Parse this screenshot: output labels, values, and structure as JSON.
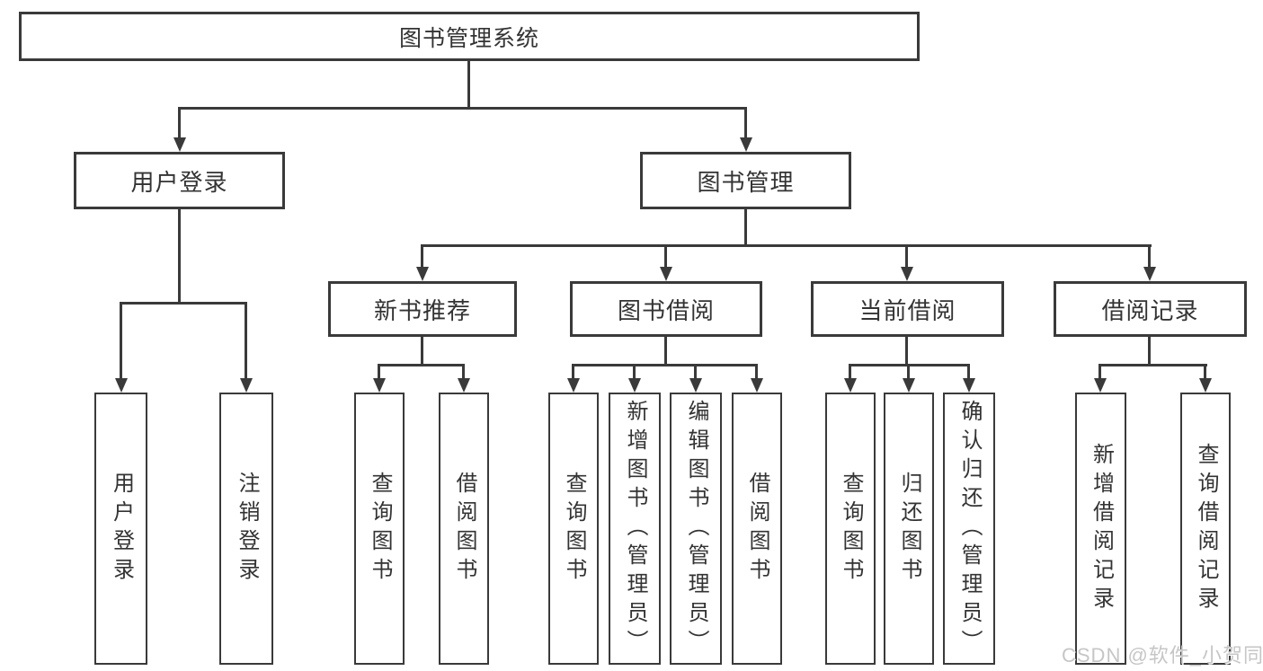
{
  "colors": {
    "line": "#3a3a3a",
    "border": "#3a3a3a",
    "text": "#333333",
    "background": "#ffffff",
    "watermark": "#c6c6c6"
  },
  "tree": {
    "label": "图书管理系统",
    "children": [
      {
        "label": "用户登录",
        "children": [
          {
            "label": "用户登录"
          },
          {
            "label": "注销登录"
          }
        ]
      },
      {
        "label": "图书管理",
        "children": [
          {
            "label": "新书推荐",
            "children": [
              {
                "label": "查询图书"
              },
              {
                "label": "借阅图书"
              }
            ]
          },
          {
            "label": "图书借阅",
            "children": [
              {
                "label": "查询图书"
              },
              {
                "label": "新增图书（管理员）"
              },
              {
                "label": "编辑图书（管理员）"
              },
              {
                "label": "借阅图书"
              }
            ]
          },
          {
            "label": "当前借阅",
            "children": [
              {
                "label": "查询图书"
              },
              {
                "label": "归还图书"
              },
              {
                "label": "确认归还（管理员）"
              }
            ]
          },
          {
            "label": "借阅记录",
            "children": [
              {
                "label": "新增借阅记录"
              },
              {
                "label": "查询借阅记录"
              }
            ]
          }
        ]
      }
    ]
  },
  "watermark": {
    "text": "CSDN @软件_小贺同学"
  }
}
